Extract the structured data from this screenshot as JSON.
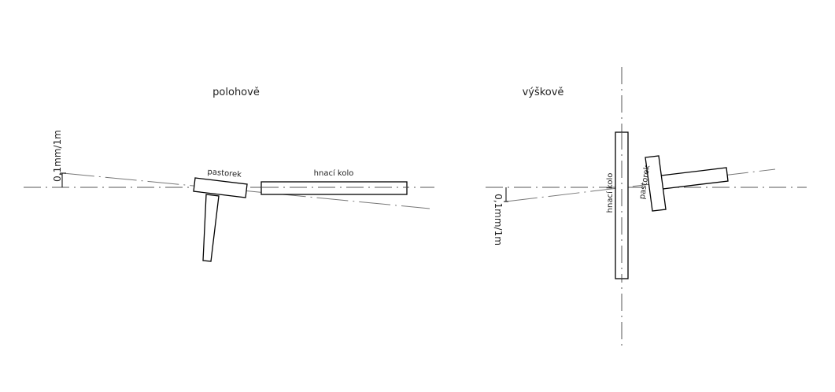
{
  "left_view": {
    "title": "polohově",
    "pinion_label": "pastorek",
    "wheel_label": "hnací kolo",
    "tolerance_label": "0,1mm/1m"
  },
  "right_view": {
    "title": "výškově",
    "pinion_label": "pastorek",
    "wheel_label": "hnací kolo",
    "tolerance_label": "0,1mm/1m"
  }
}
